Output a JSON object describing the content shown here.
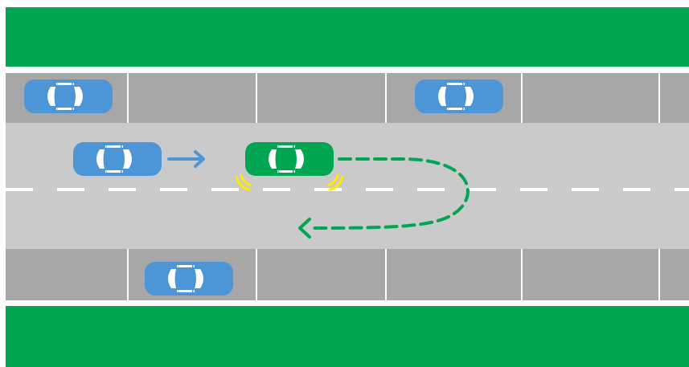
{
  "colors": {
    "background": "#FFFFFF",
    "verge": "#00A651",
    "parking_bay": "#A7A7A7",
    "road": "#CACACA",
    "markings": "#FFFFFF",
    "parked_car": "#4C96D7",
    "subject_car": "#00A651",
    "window": "#FFFFFF",
    "sensor_wave": "#FFEB00",
    "blue_arrow": "#4C96D7",
    "maneuver_arrow": "#00A651"
  },
  "icons": {
    "parked_car": "car-top-view-icon",
    "approaching_car": "car-top-view-icon",
    "subject_car": "car-top-view-icon",
    "sensor": "sensor-wave-icon",
    "travel_arrow": "arrow-right-icon",
    "maneuver_arrow": "u-turn-arrow-icon"
  },
  "scene": {
    "parking_rows": 2,
    "travel_lanes": 2,
    "parked_cars": 3,
    "moving_cars": 2
  }
}
